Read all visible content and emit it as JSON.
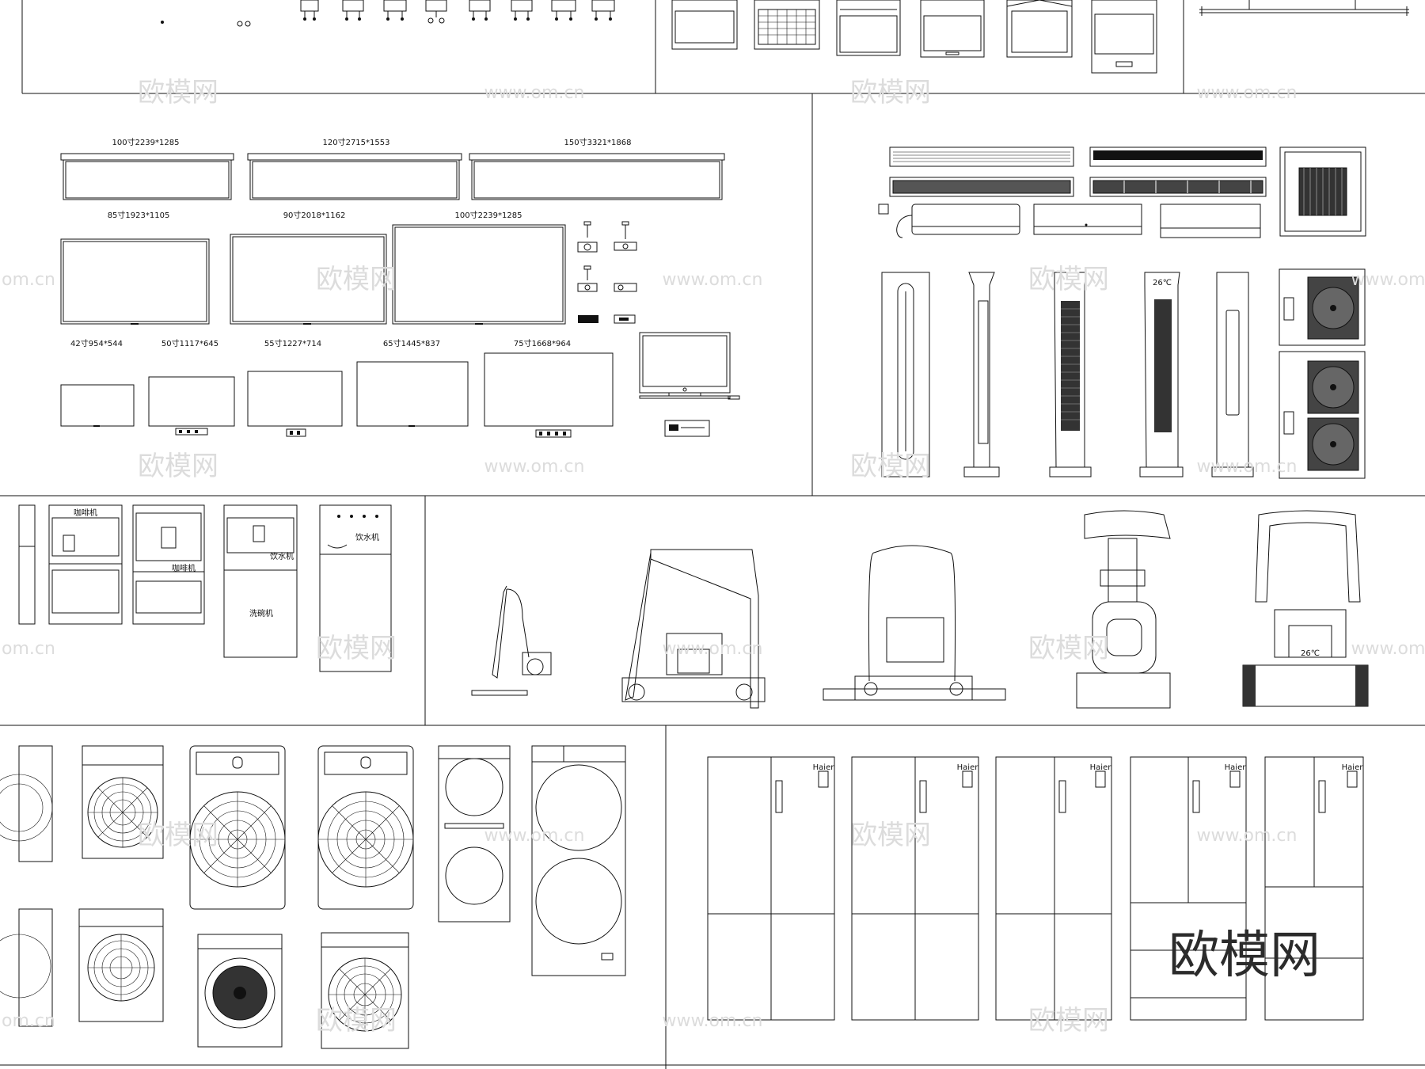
{
  "tv_labels": {
    "tv100": "100寸2239*1285",
    "tv120": "120寸2715*1553",
    "tv150": "150寸3321*1868",
    "tv85": "85寸1923*1105",
    "tv90": "90寸2018*1162",
    "tv100b": "100寸2239*1285",
    "tv42": "42寸954*544",
    "tv50": "50寸1117*645",
    "tv55": "55寸1227*714",
    "tv65": "65寸1445*837",
    "tv75": "75寸1668*964"
  },
  "appliance_labels": {
    "coffee1": "咖啡机",
    "coffee2": "咖啡机",
    "water1": "饮水机",
    "dishwasher": "洗碗机",
    "water2": "饮水机",
    "ac_temp": "26℃",
    "mower_temp": "26℃",
    "fridge_brand": "Haier"
  },
  "watermark": {
    "logo": "欧模网",
    "url": "www.om.cn",
    "url_left": "om.cn"
  }
}
